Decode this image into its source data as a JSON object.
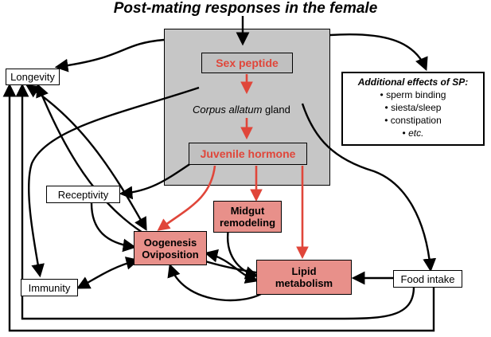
{
  "title": "Post-mating responses in the female",
  "gland": {
    "sex_peptide": "Sex peptide",
    "corpus_italic": "Corpus allatum",
    "corpus_rest": " gland",
    "juvenile_hormone": "Juvenile hormone"
  },
  "effects": {
    "heading": "Additional effects of SP:",
    "items": [
      "• sperm binding",
      "• siesta/sleep",
      "• constipation"
    ],
    "etc_bullet": "• ",
    "etc_text": "etc."
  },
  "nodes": {
    "longevity": "Longevity",
    "receptivity": "Receptivity",
    "immunity": "Immunity",
    "food_intake": "Food intake",
    "oogenesis_line1": "Oogenesis",
    "oogenesis_line2": "Oviposition",
    "midgut_line1": "Midgut",
    "midgut_line2": "remodeling",
    "lipid_line1": "Lipid",
    "lipid_line2": "metabolism"
  },
  "colors": {
    "red_arrow": "#e0463a",
    "pink_box": "#e8908a",
    "gray_box": "#c6c6c6"
  }
}
